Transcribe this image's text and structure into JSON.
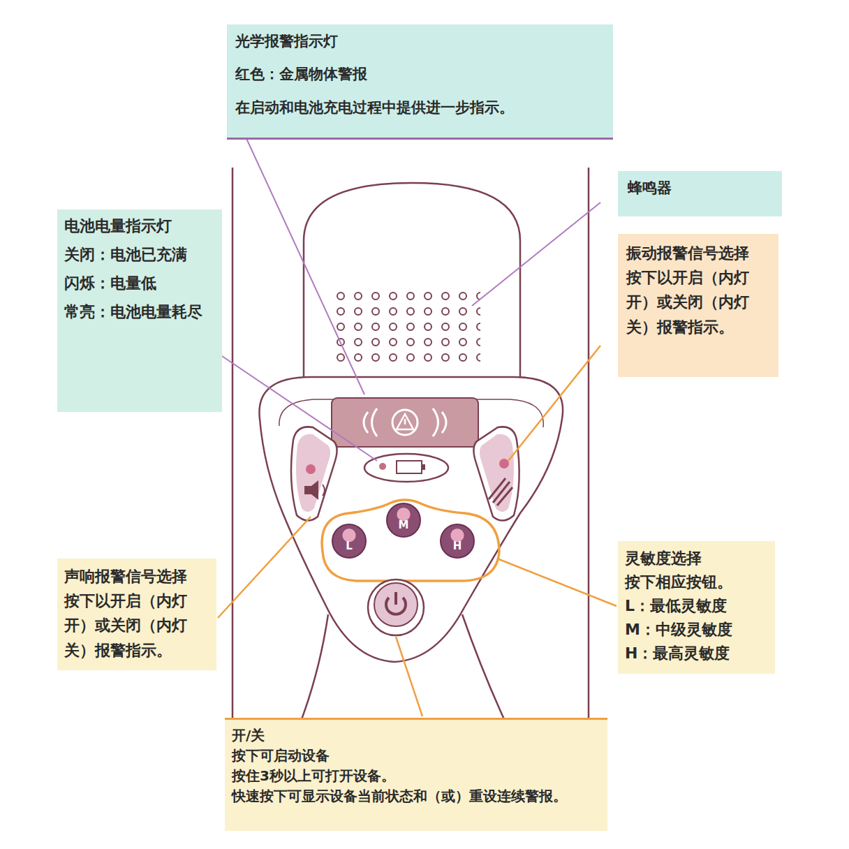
{
  "diagram": {
    "nodes": [
      {
        "text": [
          "光学报警指示灯",
          "红色：金属物体警报",
          "在启动和电池充电过程中提供进一步指示。"
        ]
      },
      {
        "text": [
          "蜂鸣器"
        ]
      },
      {
        "text": [
          "电池电量指示灯",
          "关闭：电池已充满",
          "闪烁：电量低",
          "常亮：电池电量耗尽"
        ]
      },
      {
        "text": [
          "振动报警信号选择",
          "按下以开启（内灯开）或关闭（内灯关）报警指示。"
        ]
      },
      {
        "text": [
          "声响报警信号选择",
          "按下以开启（内灯开）或关闭（内灯关）报警指示。"
        ]
      },
      {
        "text": [
          "L"
        ]
      },
      {
        "text": [
          "M"
        ]
      },
      {
        "text": [
          "H"
        ]
      },
      {
        "text": [
          "灵敏度选择",
          "按下相应按钮。",
          "L：最低灵敏度",
          "M：中级灵敏度",
          "H：最高灵敏度"
        ]
      },
      {
        "text": [
          "开/关",
          "按下可启动设备",
          "按住3秒以上可打开设备。",
          "快速按下可显示设备当前状态和（或）重设连续警报。"
        ]
      }
    ]
  }
}
